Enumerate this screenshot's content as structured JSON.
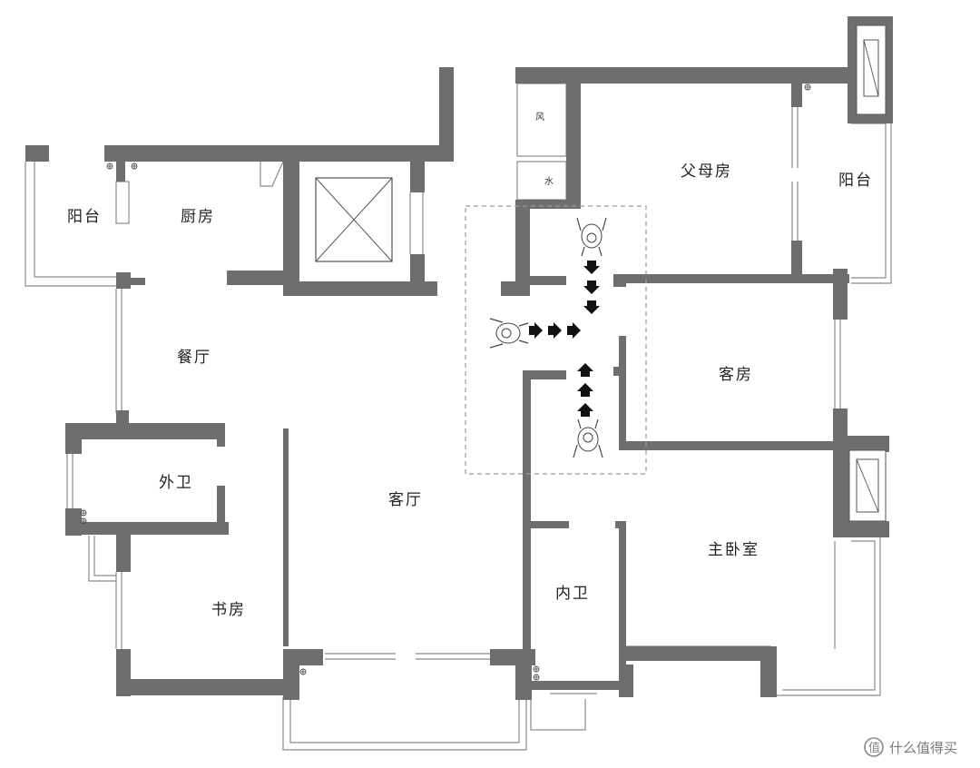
{
  "rooms": {
    "balcony_west": "阳台",
    "kitchen": "厨房",
    "dining": "餐厅",
    "guest_bath": "外卫",
    "study": "书房",
    "living": "客厅",
    "parents_room": "父母房",
    "balcony_east": "阳台",
    "guest_room": "客房",
    "master_bedroom": "主卧室",
    "inner_bath": "内卫"
  },
  "shafts": {
    "air": "风",
    "water": "水"
  },
  "flow": {
    "arrow_directions": [
      "down",
      "down",
      "down",
      "right",
      "right",
      "right",
      "up",
      "up",
      "up"
    ]
  },
  "watermark": {
    "text": "什么值得买",
    "icon": "value-logo-icon"
  },
  "colors": {
    "wall": "#6e6e6e",
    "outline": "#8a8a8a",
    "arrow": "#111111"
  }
}
